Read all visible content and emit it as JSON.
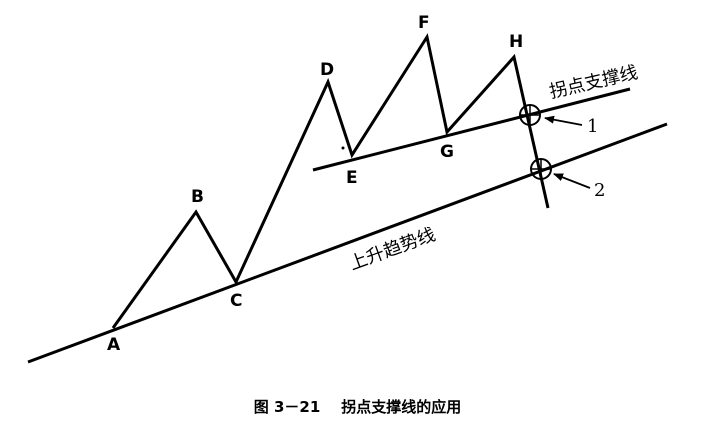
{
  "diagram": {
    "point_labels": {
      "A": "A",
      "B": "B",
      "C": "C",
      "D": "D",
      "E": "E",
      "F": "F",
      "G": "G",
      "H": "H"
    },
    "support_line_label": "拐点支撑线",
    "trend_line_label": "上升趋势线",
    "marker_1_label": "1",
    "marker_2_label": "2"
  },
  "caption": {
    "figure_number": "图 3－21",
    "title": "拐点支撑线的应用"
  }
}
